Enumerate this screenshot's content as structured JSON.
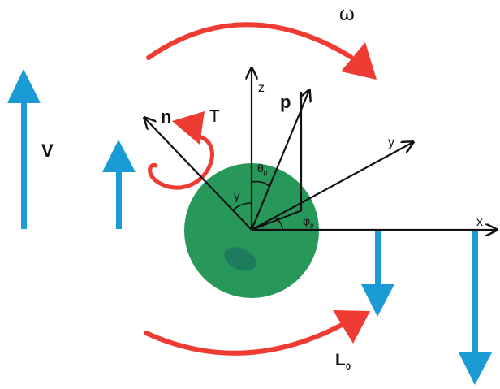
{
  "labels": {
    "omega": "ω",
    "V": "V",
    "n": "n",
    "T": "T",
    "p": "p",
    "z": "z",
    "y": "y",
    "x": "x",
    "theta": "θ",
    "theta_sub": "p",
    "phi": "φ",
    "phi_sub": "p",
    "gamma": "γ",
    "L": "L",
    "L_sub": "0"
  },
  "colors": {
    "red_arrow": "#ee3b33",
    "blue_arrow": "#1a9bd6",
    "sphere": "#27975a",
    "sphere_spot": "#1d7c5d",
    "axes": "#111111"
  }
}
